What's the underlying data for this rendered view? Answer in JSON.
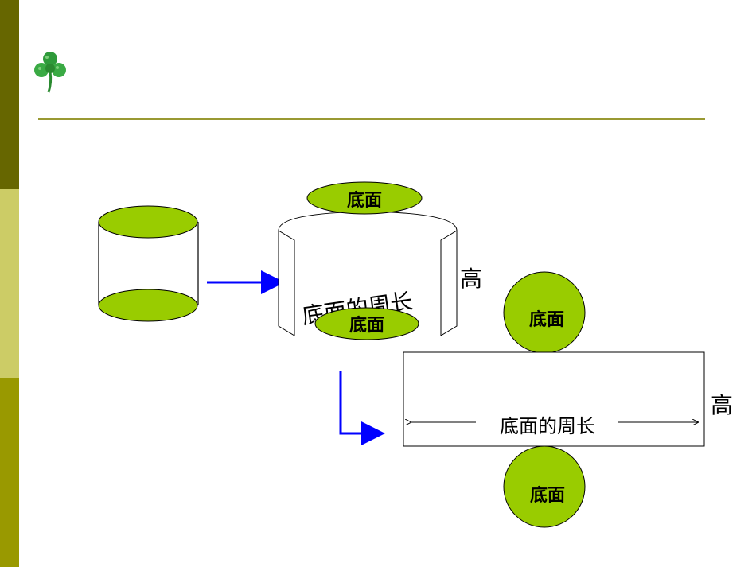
{
  "labels": {
    "base": "底面",
    "base_circumference": "底面的周长",
    "height": "高"
  },
  "colors": {
    "base_fill": "#99cc00",
    "arrow": "#0000ff",
    "rule": "#999933",
    "sidebar_top": "#666600",
    "sidebar_mid": "#cccc66",
    "sidebar_bottom": "#999900",
    "clover": "#339933"
  },
  "icons": {
    "decoration": "shamrock-icon"
  }
}
